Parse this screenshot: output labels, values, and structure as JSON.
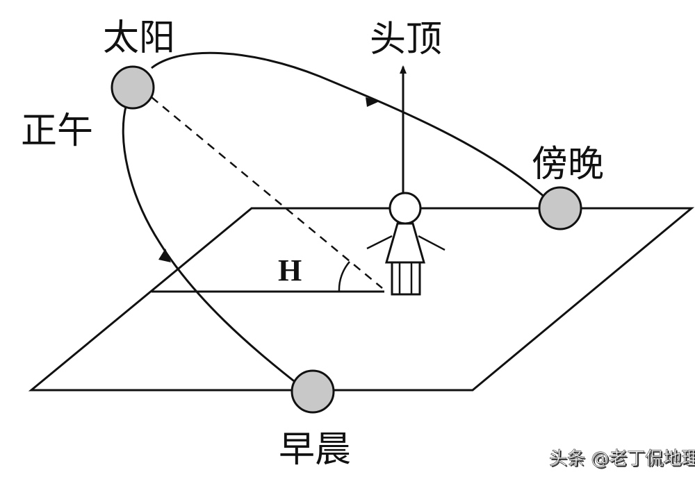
{
  "labels": {
    "sun": "太阳",
    "noon": "正午",
    "zenith": "头顶",
    "evening": "傍晚",
    "morning": "早晨",
    "angle": "H"
  },
  "watermark": {
    "text": "头条 @老丁侃地理"
  },
  "colors": {
    "sun_fill": "#c8c8c8",
    "stroke": "#111111",
    "background": "#ffffff"
  }
}
